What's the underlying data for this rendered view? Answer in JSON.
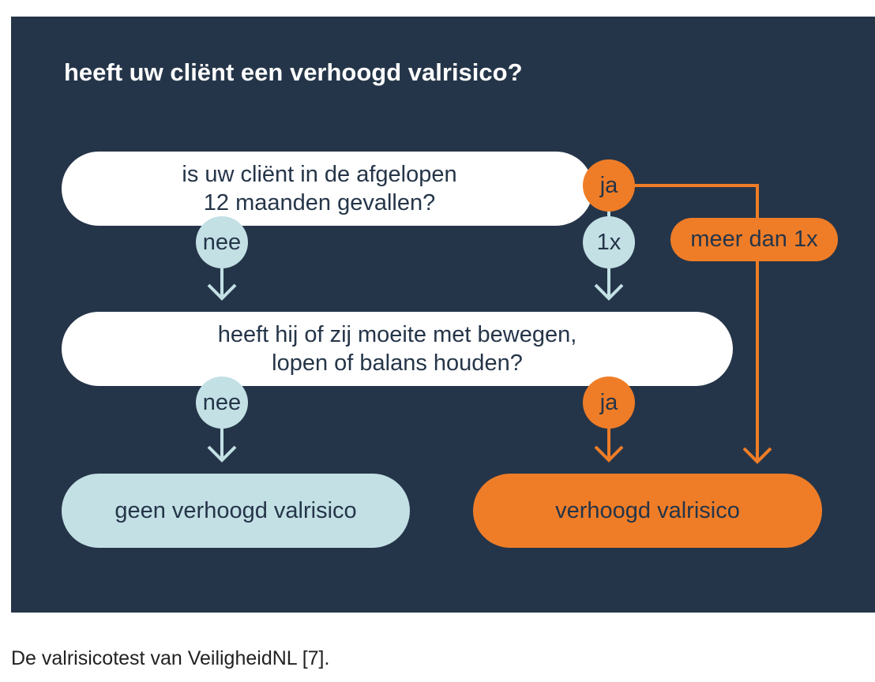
{
  "diagram": {
    "title": "heeft uw cliënt een verhoogd valrisico?",
    "question_1": {
      "line_1": "is uw cliënt in de afgelopen",
      "line_2": "12 maanden gevallen?"
    },
    "question_2": {
      "line_1": "heeft hij of zij moeite met bewegen,",
      "line_2": "lopen of balans houden?"
    },
    "labels": {
      "q1_nee": "nee",
      "q1_ja": "ja",
      "q1_once": "1x",
      "q1_more": "meer dan 1x",
      "q2_nee": "nee",
      "q2_ja": "ja"
    },
    "results": {
      "no_risk": "geen verhoogd valrisico",
      "risk": "verhoogd valrisico"
    },
    "colors": {
      "background": "#253549",
      "light": "#c3e0e5",
      "accent": "#ef7d27",
      "box": "#ffffff"
    }
  },
  "caption": "De valrisicotest van VeiligheidNL [7]."
}
